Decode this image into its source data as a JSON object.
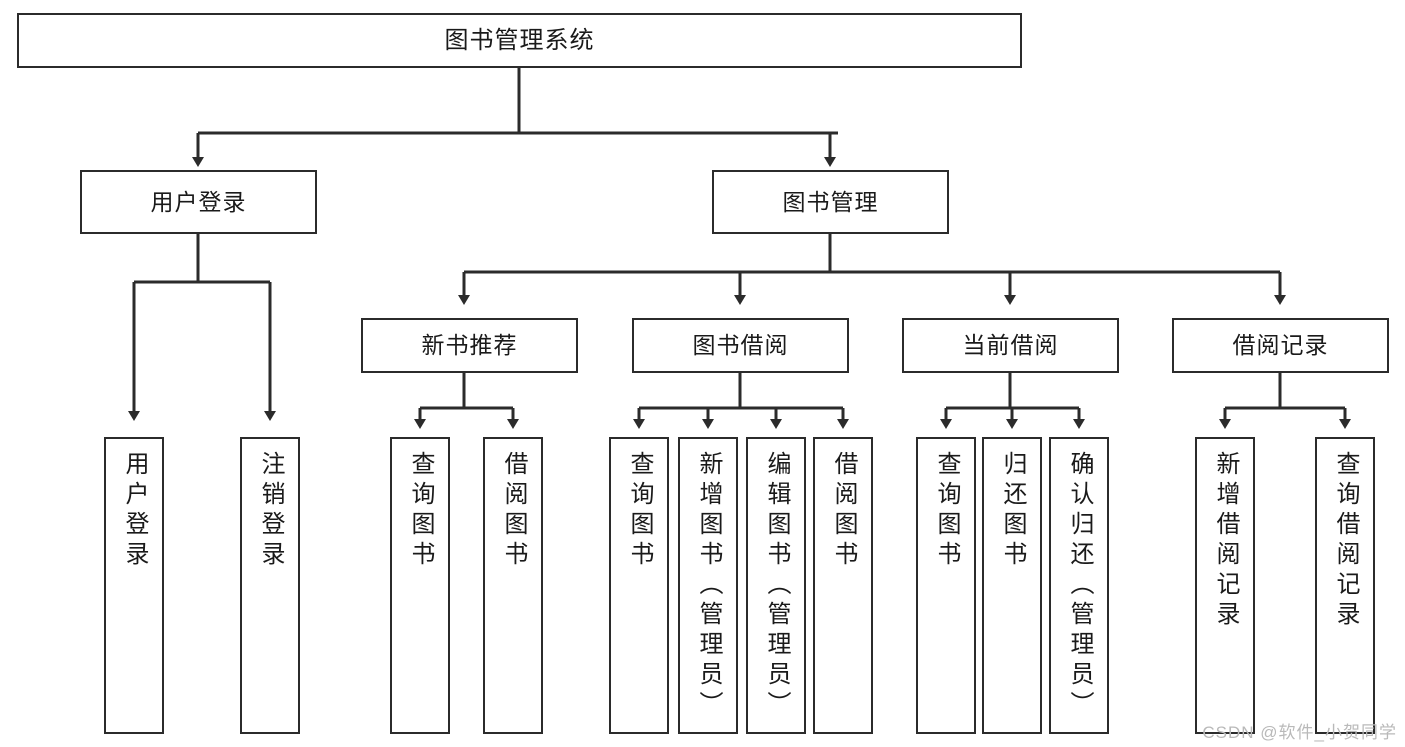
{
  "diagram": {
    "title": "图书管理系统",
    "type": "functional-structure-tree",
    "colors": {
      "box_border": "#2b2b2b",
      "box_fill": "#ffffff",
      "connector": "#2b2b2b",
      "text": "#1a1a1a",
      "watermark": "#b9b9b9"
    },
    "root": {
      "label": "图书管理系统"
    },
    "level2": [
      {
        "label": "用户登录"
      },
      {
        "label": "图书管理"
      }
    ],
    "level3": [
      {
        "label": "新书推荐"
      },
      {
        "label": "图书借阅"
      },
      {
        "label": "当前借阅"
      },
      {
        "label": "借阅记录"
      }
    ],
    "leaves": {
      "user_login": [
        {
          "label": "用户登录"
        },
        {
          "label": "注销登录"
        }
      ],
      "new_book_recommend": [
        {
          "label": "查询图书"
        },
        {
          "label": "借阅图书"
        }
      ],
      "book_borrow": [
        {
          "label": "查询图书"
        },
        {
          "label": "新增图书（管理员）"
        },
        {
          "label": "编辑图书（管理员）"
        },
        {
          "label": "借阅图书"
        }
      ],
      "current_borrow": [
        {
          "label": "查询图书"
        },
        {
          "label": "归还图书"
        },
        {
          "label": "确认归还（管理员）"
        }
      ],
      "borrow_record": [
        {
          "label": "新增借阅记录"
        },
        {
          "label": "查询借阅记录"
        }
      ]
    }
  },
  "watermark": {
    "text": "CSDN @软件_小贺同学"
  }
}
